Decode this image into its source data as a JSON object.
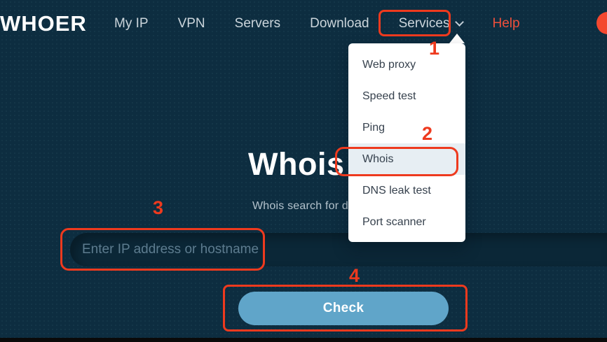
{
  "brand": {
    "logo": "WHOER"
  },
  "nav": {
    "items": [
      {
        "label": "My IP"
      },
      {
        "label": "VPN"
      },
      {
        "label": "Servers"
      },
      {
        "label": "Download"
      },
      {
        "label": "Services",
        "highlighted": true,
        "expanded": true
      },
      {
        "label": "Help"
      }
    ]
  },
  "dropdown": {
    "items": [
      {
        "label": "Web proxy"
      },
      {
        "label": "Speed test"
      },
      {
        "label": "Ping"
      },
      {
        "label": "Whois",
        "highlighted": true
      },
      {
        "label": "DNS leak test"
      },
      {
        "label": "Port scanner"
      }
    ]
  },
  "hero": {
    "title": "Whois lookup",
    "subtitle": "Whois search for domain or IP",
    "input_placeholder": "Enter IP address or hostname",
    "input_value": "",
    "check_button": "Check"
  },
  "annotations": {
    "steps": [
      "1",
      "2",
      "3",
      "4"
    ],
    "color": "#ee3a1e"
  },
  "icons": {
    "services_chevron": "chevron-down",
    "chat_bubble": "red-circle"
  },
  "colors": {
    "background": "#0d2d40",
    "annotation_red": "#ee3a1e",
    "button_blue": "#60a5c9",
    "help_link": "#f0503c",
    "dropdown_highlight": "#e7eef3",
    "logo_white": "#ffffff"
  }
}
